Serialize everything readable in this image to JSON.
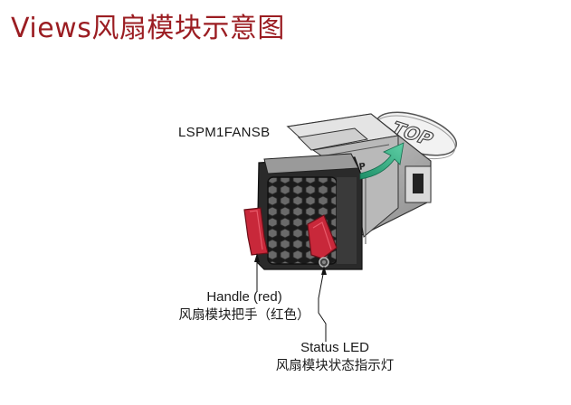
{
  "title": "Views风扇模块示意图",
  "model": "LSPM1FANSB",
  "top_mark": "TOP",
  "callouts": {
    "handle": {
      "en": "Handle (red)",
      "zh": "风扇模块把手（红色）"
    },
    "status_led": {
      "en": "Status LED",
      "zh": "风扇模块状态指示灯"
    }
  },
  "colors": {
    "title": "#9b1d22",
    "handle": "#c8283a",
    "arrow": "#2aa37a",
    "frame": "#222222"
  }
}
